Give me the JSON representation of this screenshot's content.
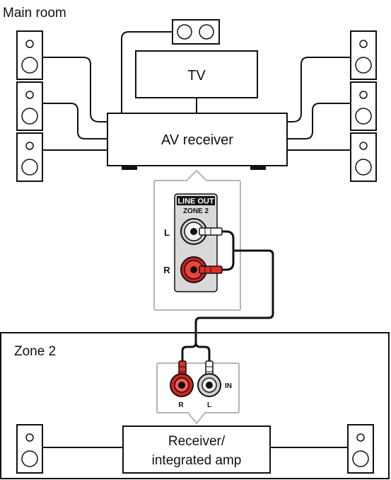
{
  "main_room": {
    "title": "Main room",
    "tv_label": "TV",
    "receiver_label": "AV receiver"
  },
  "line_out": {
    "title": "LINE OUT",
    "subtitle": "ZONE 2",
    "left_label": "L",
    "right_label": "R"
  },
  "zone2": {
    "title": "Zone 2",
    "input_label": "IN",
    "right_label": "R",
    "left_label": "L",
    "amp_line1": "Receiver/",
    "amp_line2": "integrated amp"
  },
  "colors": {
    "line": "#111111",
    "callout_border": "#b5b5b5",
    "jack_red": "#d8201e",
    "jack_panel": "#d9d9d9",
    "plug_red": "#e02b25",
    "plug_white": "#ffffff"
  }
}
